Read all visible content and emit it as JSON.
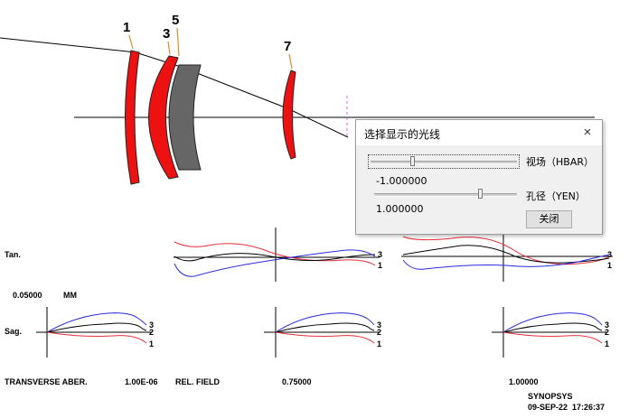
{
  "lens_labels": [
    "1",
    "3",
    "5",
    "7"
  ],
  "plots": {
    "tan_label": "Tan.",
    "sag_label": "Sag.",
    "scale_value": "0.05000",
    "scale_unit": "MM",
    "curve_labels": [
      "3",
      "2",
      "1"
    ],
    "curve_colors": {
      "1": "#e8303a",
      "2": "#000000",
      "3": "#2a2ae0"
    }
  },
  "footer": {
    "transverse": "TRANSVERSE ABER.",
    "wavelength": "1.00E-06",
    "rel_field": "REL. FIELD",
    "field_1": "0.75000",
    "field_2": "1.00000",
    "brand": "SYNOPSYS",
    "datetime": "09-SEP-22  17:26:37"
  },
  "dialog": {
    "title": "选择显示的光线",
    "close_icon": "×",
    "slider1_label": "视场（HBAR）",
    "slider1_value": "-1.000000",
    "slider1_position": 0.28,
    "slider2_label": "孔径（YEN）",
    "slider2_value": "1.000000",
    "slider2_position": 0.75,
    "close_button": "关闭"
  }
}
